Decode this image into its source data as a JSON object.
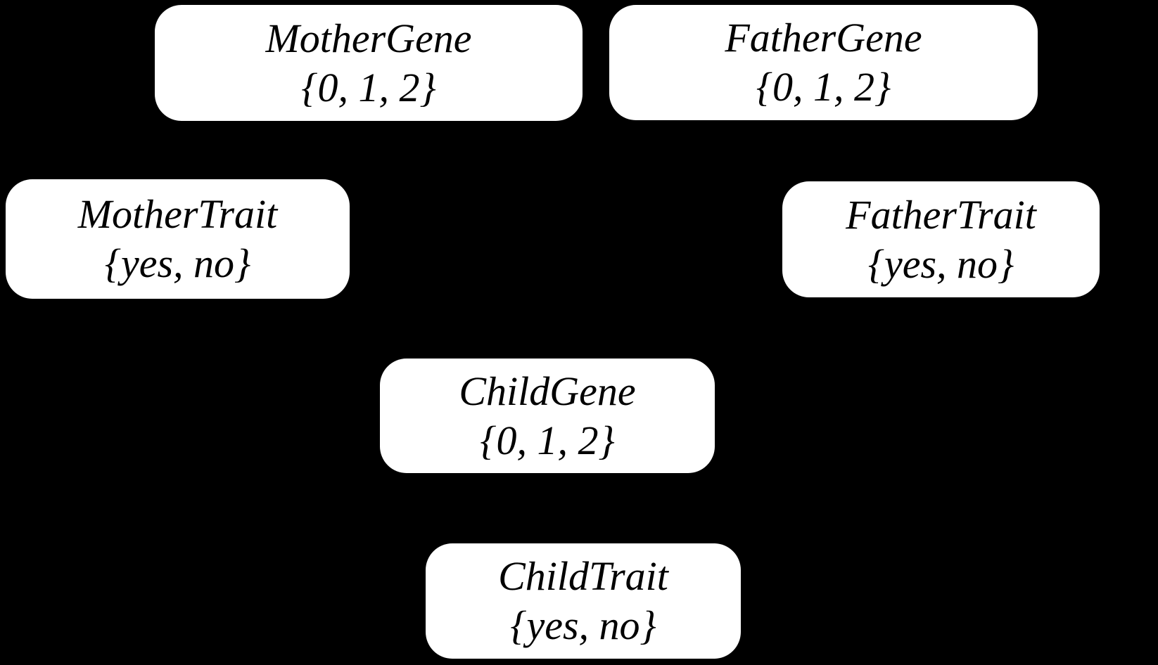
{
  "diagram": {
    "type": "bayesian-network",
    "background_color": "#000000",
    "node_fill_color": "#ffffff",
    "node_text_color": "#000000",
    "nodes": {
      "mother_gene": {
        "label": "MotherGene",
        "domain": "{0, 1, 2}"
      },
      "father_gene": {
        "label": "FatherGene",
        "domain": "{0, 1, 2}"
      },
      "mother_trait": {
        "label": "MotherTrait",
        "domain": "{yes, no}"
      },
      "father_trait": {
        "label": "FatherTrait",
        "domain": "{yes, no}"
      },
      "child_gene": {
        "label": "ChildGene",
        "domain": "{0, 1, 2}"
      },
      "child_trait": {
        "label": "ChildTrait",
        "domain": "{yes, no}"
      }
    }
  }
}
